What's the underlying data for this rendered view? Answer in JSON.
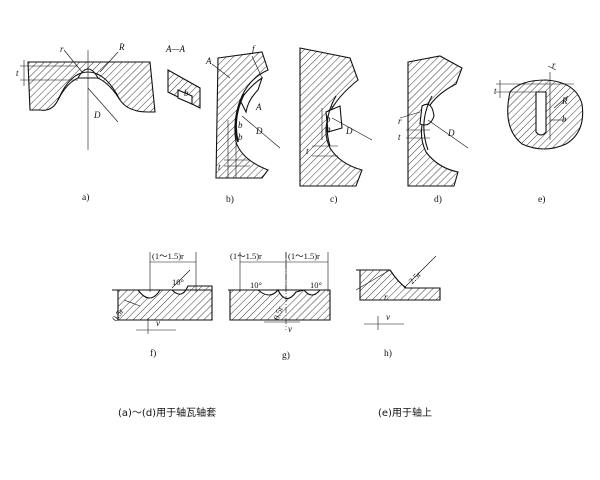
{
  "panels": {
    "a": {
      "caption": "a)",
      "labels": {
        "r": "r",
        "R": "R",
        "t": "t",
        "D": "D"
      }
    },
    "b": {
      "caption": "b)",
      "section": "A—A",
      "labels": {
        "A_top": "A",
        "A_low": "A",
        "b": "b",
        "f": "f",
        "t": "t",
        "D": "D",
        "b1": "b",
        "b2": "b"
      }
    },
    "c": {
      "caption": "c)",
      "labels": {
        "t": "t",
        "D": "D",
        "b1": "b",
        "b2": "b"
      }
    },
    "d": {
      "caption": "d)",
      "labels": {
        "r": "r",
        "t": "t",
        "D": "D"
      }
    },
    "e": {
      "caption": "e)",
      "labels": {
        "r": "r",
        "t": "t",
        "R": "R",
        "b": "b"
      }
    },
    "f": {
      "caption": "f)",
      "dim_top": "(1～1.5)r",
      "angle": "10°",
      "depth": "0.5r",
      "v": "v"
    },
    "g": {
      "caption": "g)",
      "dim_left": "(1～1.5)r",
      "dim_right": "(1～1.5)r",
      "angle_left": "10°",
      "angle_right": "10°",
      "depth": "0.5r",
      "v": "v"
    },
    "h": {
      "caption": "h)",
      "dim": "2.5r",
      "r": "r",
      "v": "v"
    }
  },
  "notes": {
    "left": "(a)～(d)用于轴瓦轴套",
    "right": "(e)用于轴上"
  }
}
